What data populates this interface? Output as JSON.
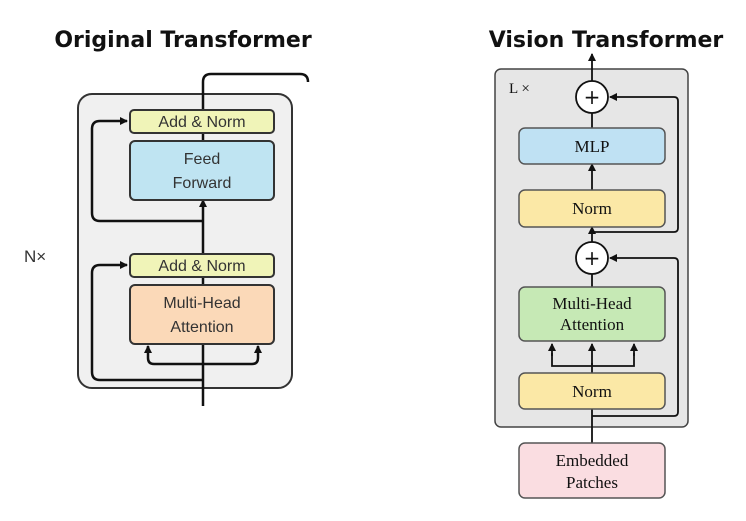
{
  "original": {
    "title": "Original Transformer",
    "repeat_label": "N×",
    "add_norm_top": "Add & Norm",
    "feed_forward_line1": "Feed",
    "feed_forward_line2": "Forward",
    "add_norm_bottom": "Add & Norm",
    "mha_line1": "Multi-Head",
    "mha_line2": "Attention"
  },
  "vit": {
    "title": "Vision Transformer",
    "repeat_label": "L ×",
    "plus_symbol": "+",
    "mlp": "MLP",
    "norm_top": "Norm",
    "mha_line1": "Multi-Head",
    "mha_line2": "Attention",
    "norm_bottom": "Norm",
    "embedded_line1": "Embedded",
    "embedded_line2": "Patches"
  },
  "colors": {
    "add_norm": "#f0f4b8",
    "feed_forward": "#bfe4f2",
    "mha_original": "#fbd9b8",
    "vit_norm": "#fbe8a6",
    "vit_mlp": "#bfe1f3",
    "vit_mha": "#c6e9b5",
    "embedded": "#fadde1",
    "vit_container": "#e6e6e6"
  }
}
